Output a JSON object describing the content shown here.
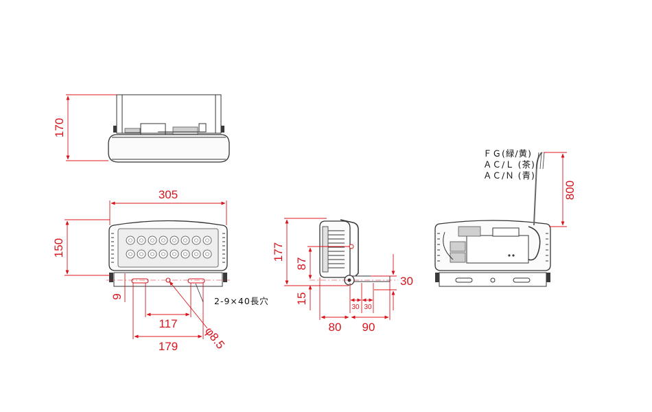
{
  "dimensions": {
    "top_height": "170",
    "front_width": "305",
    "front_height": "150",
    "front_offset": "9",
    "hole_span_inner": "117",
    "hole_span_outer": "179",
    "hole_diameter": "φ8.5",
    "slot_note": "2-9×40長穴",
    "side_height": "177",
    "side_mid": "87",
    "side_low": "15",
    "side_base_right": "30",
    "side_seg_1": "30",
    "side_seg_2": "30",
    "side_depth_left": "80",
    "side_depth_right": "90",
    "cable_length": "800"
  },
  "wires": {
    "fg": "ＦＧ(緑/黄)",
    "acl": "ＡＣ/Ｌ (茶)",
    "acn": "ＡＣ/Ｎ (青)"
  },
  "colors": {
    "dimension": "#d8141c",
    "outline": "#333333"
  }
}
